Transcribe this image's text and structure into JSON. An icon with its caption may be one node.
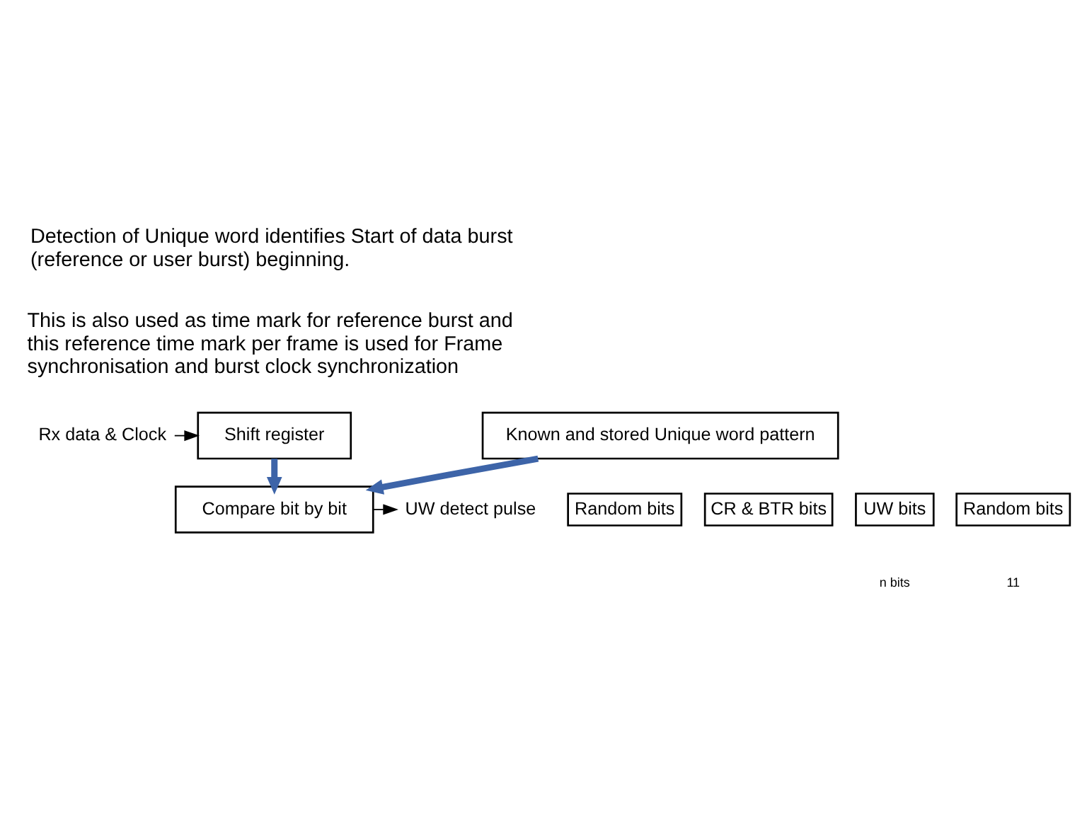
{
  "diagram": {
    "nodes": [
      {
        "text": [
          "Rx data & Clock"
        ]
      },
      {
        "text": [
          "Shift register"
        ]
      },
      {
        "text": [
          "Compare bit by bit"
        ]
      },
      {
        "text": [
          "UW detect pulse"
        ]
      },
      {
        "text": [
          "Known and stored Unique word pattern"
        ]
      },
      {
        "text": [
          "Random bits"
        ]
      },
      {
        "text": [
          "CR & BTR bits"
        ]
      },
      {
        "text": [
          "UW bits"
        ]
      },
      {
        "text": [
          "Random bits"
        ]
      }
    ],
    "edges": [
      {
        "from": 0,
        "to": 1,
        "arrow": "to"
      },
      {
        "from": 1,
        "to": 2,
        "arrow": "to",
        "style": "thick",
        "color": "#3d64a8"
      },
      {
        "from": 4,
        "to": 2,
        "arrow": "to",
        "style": "thick",
        "color": "#3d64a8"
      },
      {
        "from": 2,
        "to": 3,
        "arrow": "to"
      }
    ],
    "labels": [
      "Detection of Unique word identifies Start of data burst (reference or user burst) beginning.",
      "This is also used as time mark for reference burst and this reference time mark per frame is used for Frame synchronisation and burst clock synchronization",
      "n bits",
      "11"
    ]
  }
}
